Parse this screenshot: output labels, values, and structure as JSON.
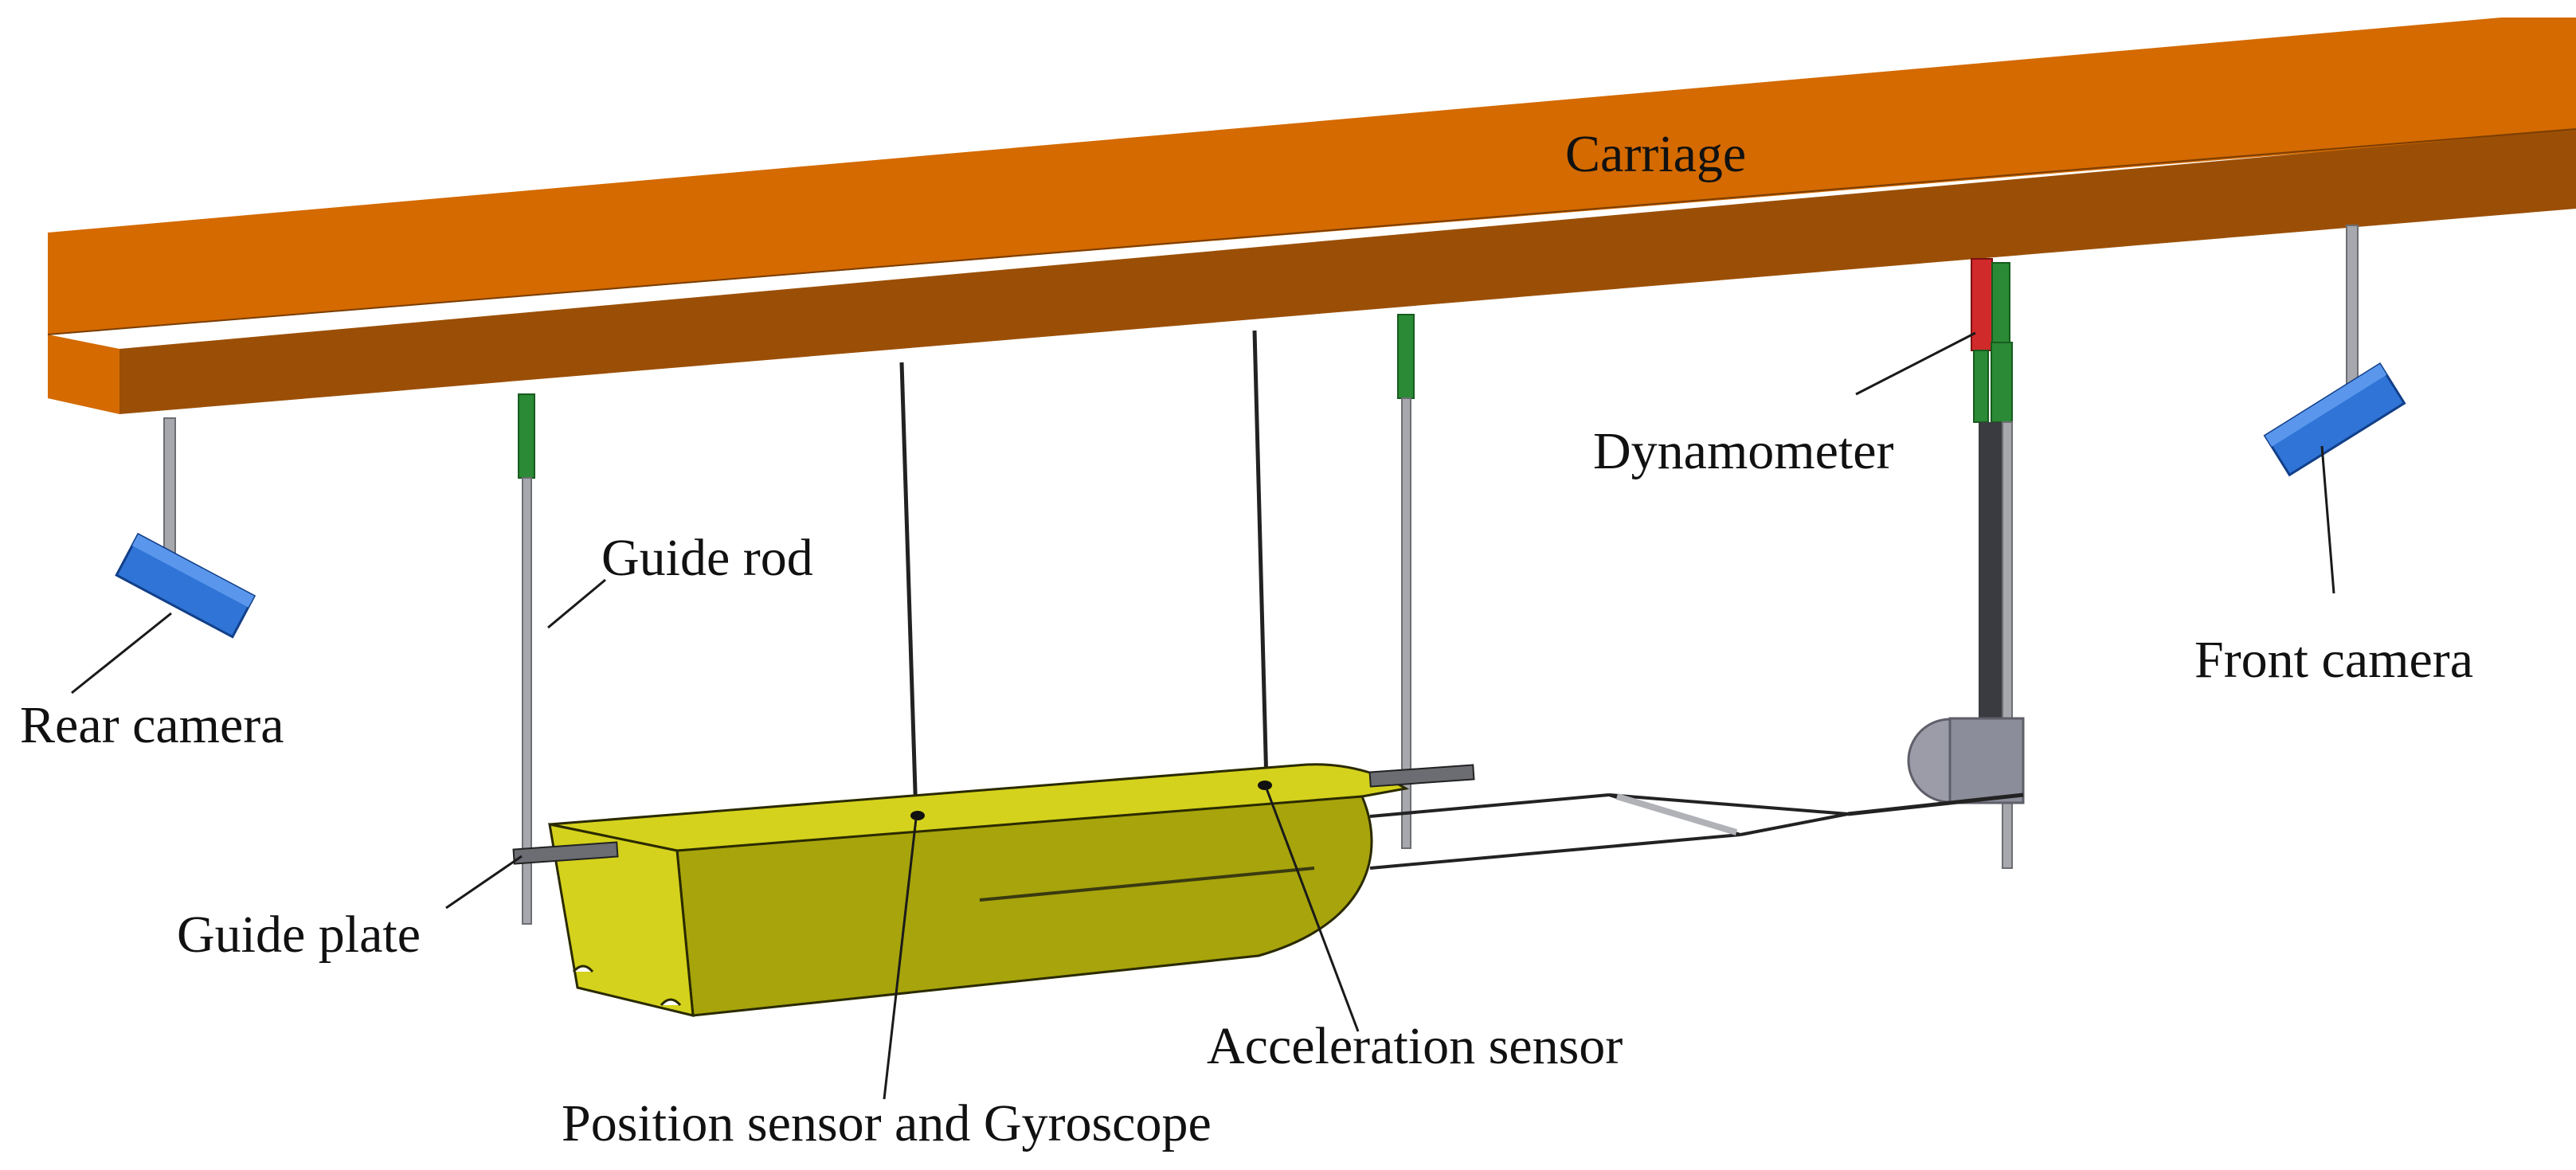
{
  "labels": {
    "carriage": "Carriage",
    "dynamometer": "Dynamometer",
    "guide_rod": "Guide rod",
    "rear_camera": "Rear camera",
    "front_camera": "Front camera",
    "guide_plate": "Guide plate",
    "acceleration_sensor": "Acceleration sensor",
    "position_sensor_gyroscope": "Position sensor and Gyroscope"
  },
  "colors": {
    "carriage_top": "#d46a00",
    "carriage_front": "#9b4f06",
    "hull_light": "#d4d21c",
    "hull_dark": "#a7a40c",
    "camera": "#2f74d6",
    "rod_green": "#2b8a35",
    "dynamometer_red": "#d12a2a",
    "rod_grey": "#a6a8ad",
    "pulley": "#9b9ca8"
  }
}
